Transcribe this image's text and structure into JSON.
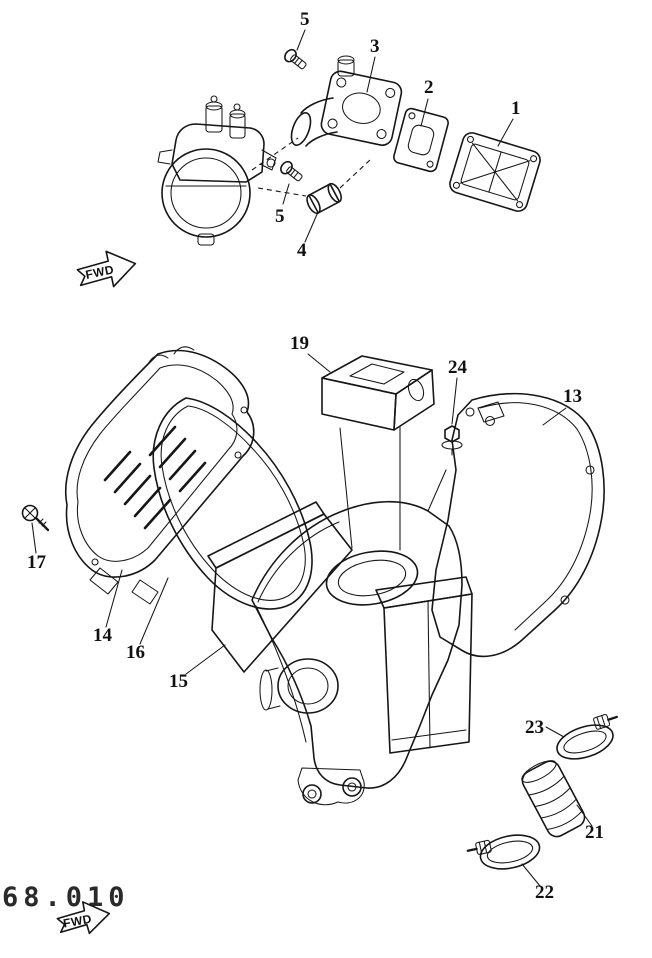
{
  "page": {
    "background": "#ffffff",
    "ink_color": "#161616",
    "code_label": "68.010",
    "fwd_top": "FWD",
    "fwd_bottom": "FWD"
  },
  "callouts": [
    {
      "label": "5"
    },
    {
      "label": "3"
    },
    {
      "label": "2"
    },
    {
      "label": "1"
    },
    {
      "label": "5"
    },
    {
      "label": "4"
    },
    {
      "label": "19"
    },
    {
      "label": "24"
    },
    {
      "label": "13"
    },
    {
      "label": "17"
    },
    {
      "label": "14"
    },
    {
      "label": "16"
    },
    {
      "label": "15"
    },
    {
      "label": "23"
    },
    {
      "label": "21"
    },
    {
      "label": "22"
    }
  ]
}
